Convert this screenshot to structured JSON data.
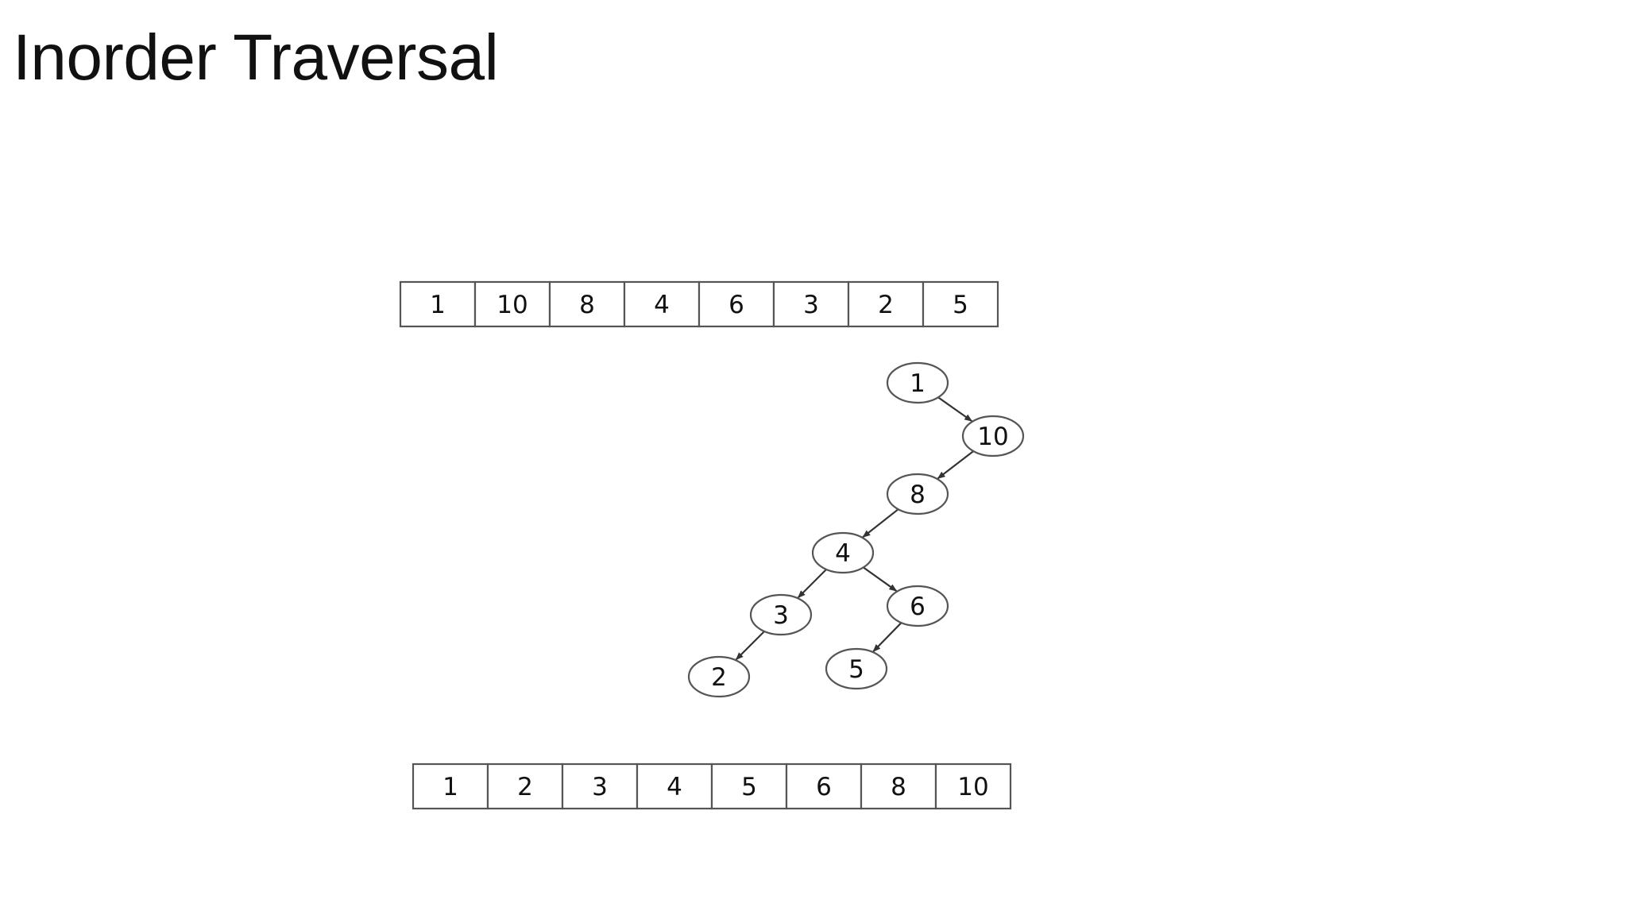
{
  "slide": {
    "title": "Inorder Traversal"
  },
  "input_array": [
    "1",
    "10",
    "8",
    "4",
    "6",
    "3",
    "2",
    "5"
  ],
  "tree": {
    "nodes": [
      {
        "id": "n1",
        "label": "1"
      },
      {
        "id": "n10",
        "label": "10"
      },
      {
        "id": "n8",
        "label": "8"
      },
      {
        "id": "n4",
        "label": "4"
      },
      {
        "id": "n3",
        "label": "3"
      },
      {
        "id": "n6",
        "label": "6"
      },
      {
        "id": "n2",
        "label": "2"
      },
      {
        "id": "n5",
        "label": "5"
      }
    ],
    "edges": [
      {
        "from": "n1",
        "to": "n10"
      },
      {
        "from": "n10",
        "to": "n8"
      },
      {
        "from": "n8",
        "to": "n4"
      },
      {
        "from": "n4",
        "to": "n3"
      },
      {
        "from": "n4",
        "to": "n6"
      },
      {
        "from": "n3",
        "to": "n2"
      },
      {
        "from": "n6",
        "to": "n5"
      }
    ]
  },
  "output_array": [
    "1",
    "2",
    "3",
    "4",
    "5",
    "6",
    "8",
    "10"
  ],
  "colors": {
    "stroke": "#555555",
    "text": "#111111",
    "background": "#ffffff"
  }
}
